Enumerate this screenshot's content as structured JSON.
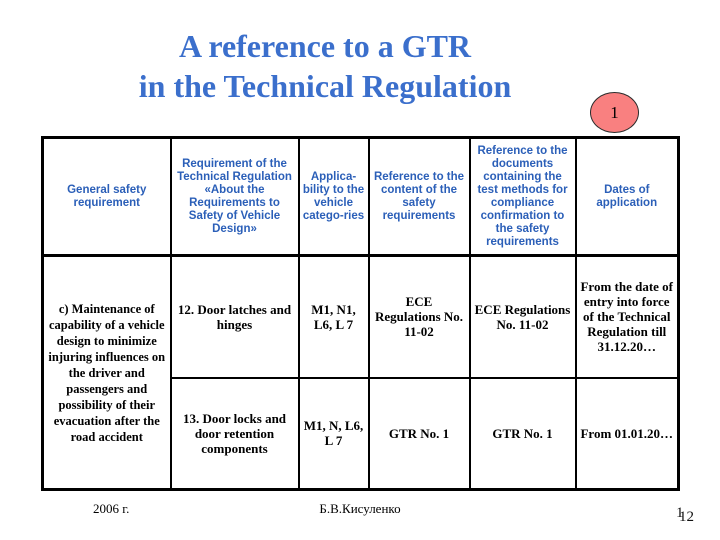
{
  "slide": {
    "title_line_1": "A reference to a GTR",
    "title_line_2": "in the Technical Regulation",
    "badge_number": "1",
    "title_color": "#3B6FCC",
    "badge_color": "#F98080",
    "header_text_color": "#2B5FB8"
  },
  "table": {
    "headers": [
      "General safety requirement",
      "Requirement of the Technical Regulation «About the Requirements to Safety of Vehicle Design»",
      "Applica-bility to the vehicle catego-ries",
      "Reference to the content of the safety requirements",
      "Reference to the documents containing the test methods for compliance confirmation to the safety requirements",
      "Dates of application"
    ],
    "rows": [
      {
        "general_safety_requirement": "c) Maintenance of capability of a vehicle design to minimize injuring influences on the driver and passengers and possibility of their evacuation after the road accident",
        "tr_requirement": "12. Door latches and hinges",
        "vehicle_categories": "M1, N1, L6, L 7",
        "safety_content_reference": "ECE Regulations No. 11-02",
        "test_methods_reference": "ECE Regulations No. 11-02",
        "dates_of_application": "From the date of entry into force of the Technical Regulation till 31.12.20…"
      },
      {
        "tr_requirement": "13. Door locks and door retention components",
        "vehicle_categories": "M1, N, L6, L 7",
        "safety_content_reference": "GTR No. 1",
        "test_methods_reference": "GTR No. 1",
        "dates_of_application": "From 01.01.20…"
      }
    ]
  },
  "footer": {
    "year": "2006 г.",
    "author": "Б.В.Кисуленко",
    "page_number_primary": "1",
    "page_number_secondary": "12"
  }
}
